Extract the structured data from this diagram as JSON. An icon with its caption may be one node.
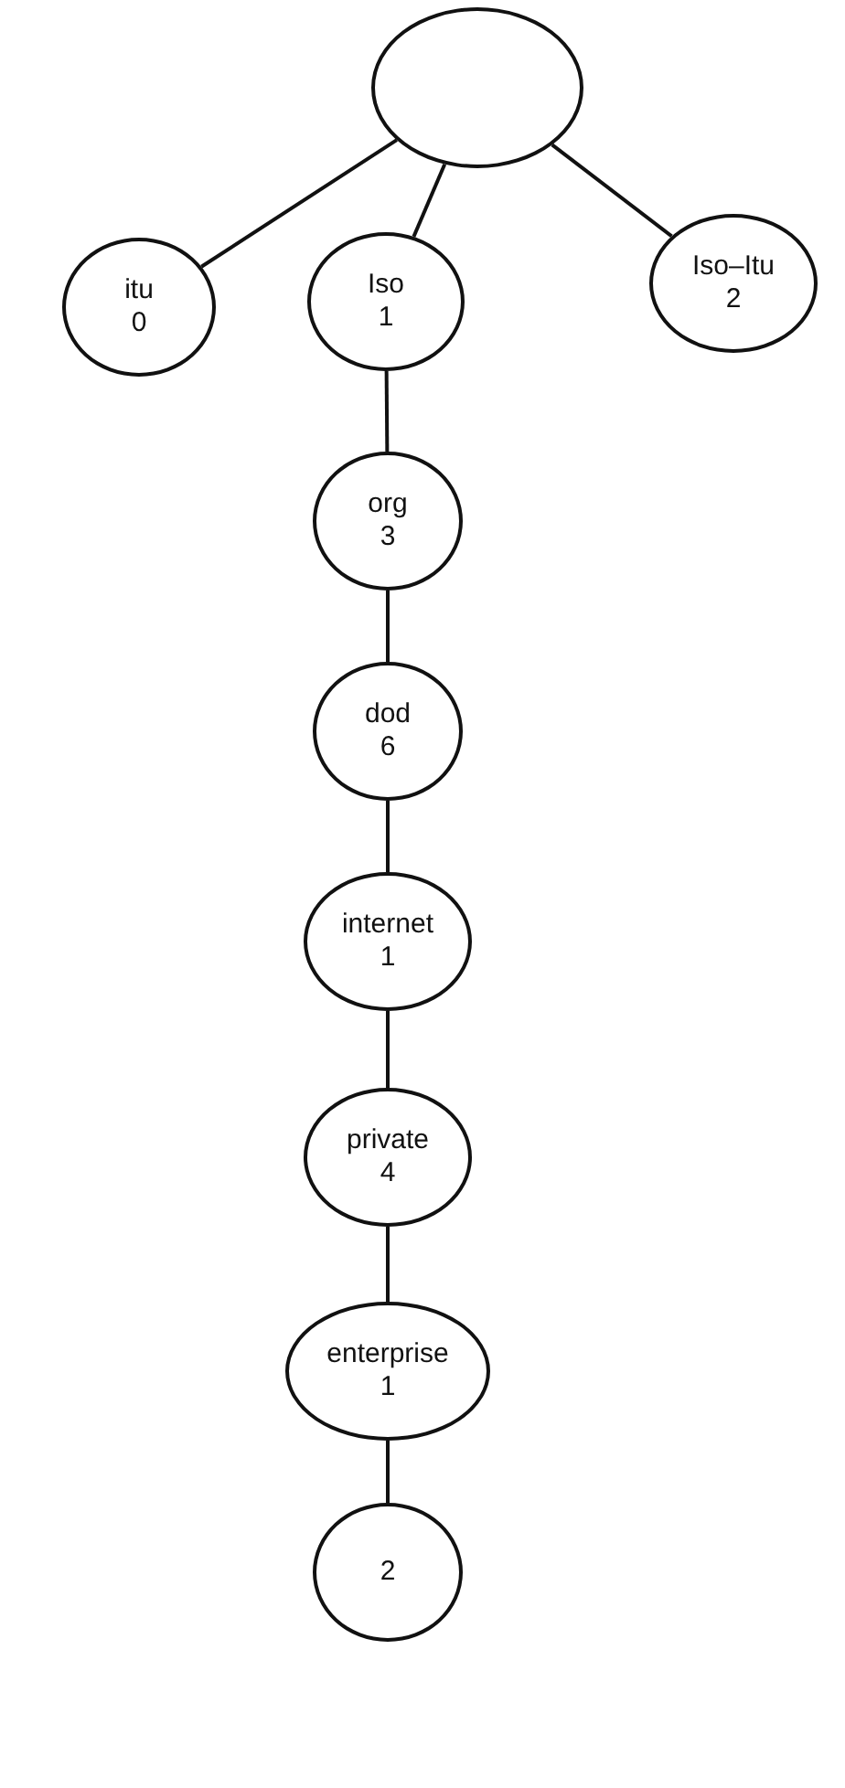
{
  "diagram": {
    "nodes": [
      {
        "text": [],
        "shape": "ellipse"
      },
      {
        "text": [
          "itu",
          "0"
        ]
      },
      {
        "text": [
          "Iso",
          "1"
        ]
      },
      {
        "text": [
          "Iso–Itu",
          "2"
        ]
      },
      {
        "text": [
          "org",
          "3"
        ]
      },
      {
        "text": [
          "dod",
          "6"
        ]
      },
      {
        "text": [
          "internet",
          "1"
        ]
      },
      {
        "text": [
          "private",
          "4"
        ]
      },
      {
        "text": [
          "enterprise",
          "1"
        ]
      },
      {
        "text": [
          "2"
        ]
      }
    ],
    "edges": [
      {
        "from": 0,
        "to": 1,
        "arrow": "none"
      },
      {
        "from": 0,
        "to": 2,
        "arrow": "none"
      },
      {
        "from": 0,
        "to": 3,
        "arrow": "none"
      },
      {
        "from": 2,
        "to": 4,
        "arrow": "none"
      },
      {
        "from": 4,
        "to": 5,
        "arrow": "none"
      },
      {
        "from": 5,
        "to": 6,
        "arrow": "none"
      },
      {
        "from": 6,
        "to": 7,
        "arrow": "none"
      },
      {
        "from": 7,
        "to": 8,
        "arrow": "none"
      },
      {
        "from": 8,
        "to": 9,
        "arrow": "none"
      }
    ]
  }
}
